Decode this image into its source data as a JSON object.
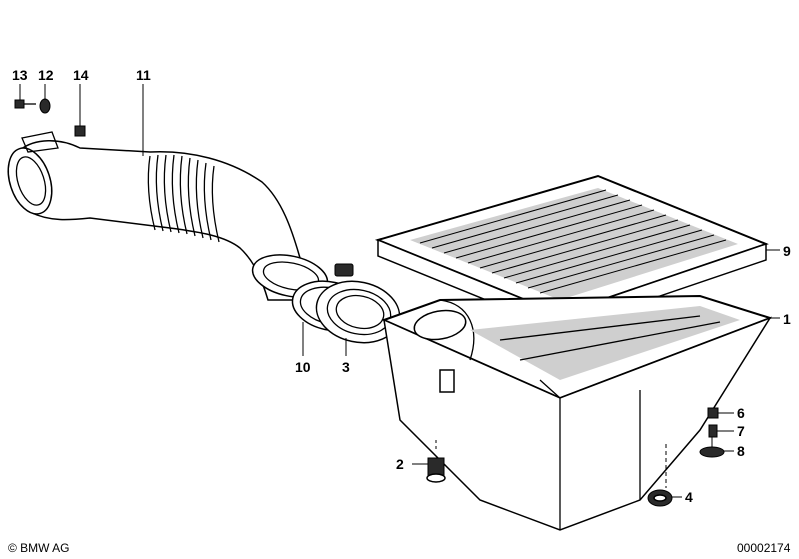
{
  "callouts": {
    "c1": "1",
    "c2": "2",
    "c3": "3",
    "c4": "4",
    "c6": "6",
    "c7": "7",
    "c8": "8",
    "c9": "9",
    "c10": "10",
    "c11": "11",
    "c12": "12",
    "c13": "13",
    "c14": "14"
  },
  "footer": {
    "copyright": "© BMW AG",
    "drawing_number": "00002174"
  }
}
